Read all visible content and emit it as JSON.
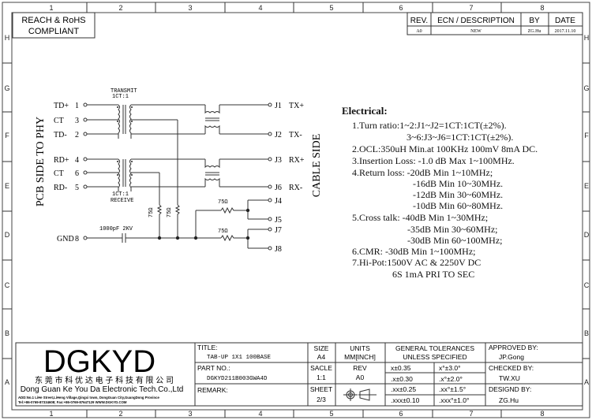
{
  "frame": {
    "columns": [
      "1",
      "2",
      "3",
      "4",
      "5",
      "6",
      "7",
      "8"
    ],
    "rows": [
      "H",
      "G",
      "F",
      "E",
      "D",
      "C",
      "B",
      "A"
    ]
  },
  "compliance": {
    "line1": "REACH & RoHS",
    "line2": "COMPLIANT"
  },
  "revision_table": {
    "headers": [
      "REV.",
      "ECN / DESCRIPTION",
      "BY",
      "DATE"
    ],
    "row": [
      "A0",
      "NEW",
      "ZG.Hu",
      "2017.11.10"
    ]
  },
  "schematic": {
    "side_left": "PCB SIDE TO PHY",
    "side_right": "CABLE SIDE",
    "transmit_label": "TRANSMIT",
    "transmit_ratio": "1CT:1",
    "receive_ratio": "1CT:1",
    "receive_label": "RECEIVE",
    "pins_left": [
      {
        "name": "TD+",
        "num": "1"
      },
      {
        "name": "CT",
        "num": "3"
      },
      {
        "name": "TD-",
        "num": "2"
      },
      {
        "name": "RD+",
        "num": "4"
      },
      {
        "name": "CT",
        "num": "6"
      },
      {
        "name": "RD-",
        "num": "5"
      },
      {
        "name": "GND",
        "num": "8"
      }
    ],
    "pins_right": [
      {
        "name": "J1",
        "sig": "TX+"
      },
      {
        "name": "J2",
        "sig": "TX-"
      },
      {
        "name": "J3",
        "sig": "RX+"
      },
      {
        "name": "J6",
        "sig": "RX-"
      },
      {
        "name": "J4",
        "sig": ""
      },
      {
        "name": "J5",
        "sig": ""
      },
      {
        "name": "J7",
        "sig": ""
      },
      {
        "name": "J8",
        "sig": ""
      }
    ],
    "capacitor": "1000pF 2KV",
    "resistor": "75Ω"
  },
  "electrical": {
    "title": "Electrical:",
    "lines": [
      "1.Turn ratio:1~2:J1~J2=1CT:1CT(±2%).",
      "3~6:J3~J6=1CT:1CT(±2%).",
      "2.OCL:350uH Min.at 100KHz 100mV 8mA DC.",
      "3.Insertion Loss:  -1.0 dB Max 1~100MHz.",
      "4.Return loss:  -20dB Min 1~10MHz;",
      "-16dB Min 10~30MHz.",
      "-12dB Min 30~60MHz.",
      "-10dB Min 60~80MHz.",
      "5.Cross talk: -40dB Min 1~30MHz;",
      "-35dB Min 30~60MHz;",
      "-30dB Min 60~100MHz;",
      "6.CMR: -30dB Min 1~100MHz;",
      "7.Hi-Pot:1500V AC & 2250V DC",
      "6S 1mA PRI TO SEC"
    ]
  },
  "title_block": {
    "logo": "DGKYD",
    "company_cn": "东 莞 市 科 优 达 电 子 科 技 有 限 公 司",
    "company_en": "Dong Guan Ke You Da Electronic Tech.Co.,Ltd",
    "address": "ADD:No.1 LiHe Street,LiHeng Village,Qingxi town, DongGuan City,GuangDong Province",
    "contact": "Tel:+86-0769-87334608; Fax:+86-0769-87647129  WWW.DGKYD.COM",
    "title_label": "TITLE:",
    "title_value": "TAB-UP 1X1 100BASE",
    "part_label": "PART NO.:",
    "part_value": "DGKYD211B003GWA4D",
    "remark_label": "REMARK:",
    "size_label": "SIZE",
    "size_value": "A4",
    "units_label": "UNITS",
    "units_value": "MM[INCH]",
    "scale_label": "SACLE",
    "scale_value": "1:1",
    "rev_label": "REV",
    "rev_value": "A0",
    "sheet_label": "SHEET",
    "sheet_value": "2/3",
    "tol_title1": "GENERAL TOLERANCES",
    "tol_title2": "UNLESS SPECIFIED",
    "tolerances": [
      [
        "x±0.35",
        "x°±3.0°"
      ],
      [
        ".x±0.30",
        ".x°±2.0°"
      ],
      [
        ".xx±0.25",
        ".xx°±1.5°"
      ],
      [
        ".xxx±0.10",
        ".xxx°±1.0°"
      ]
    ],
    "approved_label": "APPROVED BY:",
    "approved_value": "JP.Gong",
    "checked_label": "CHECKED BY:",
    "checked_value": "TW.XU",
    "designed_label": "DESIGND BY:",
    "designed_value": "ZG.Hu"
  }
}
